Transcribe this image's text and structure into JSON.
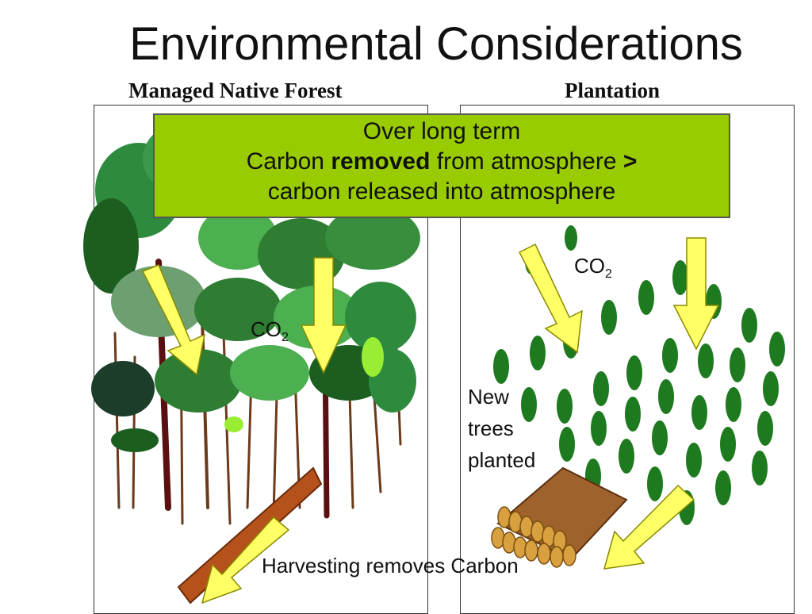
{
  "slide": {
    "title": "Environmental Considerations"
  },
  "panels": {
    "left_title": "Managed Native Forest",
    "right_title": "Plantation"
  },
  "callout": {
    "line1": "Over long term",
    "line2_pre": "Carbon",
    "line2_bold": "removed",
    "line2_post": "from atmosphere",
    "line2_symbol": ">",
    "line3": "carbon released into atmosphere"
  },
  "labels": {
    "co2_main": "CO",
    "co2_sub": "2",
    "new_trees_line1": "New",
    "new_trees_line2": "trees",
    "new_trees_line3": "planted",
    "harvesting": "Harvesting removes Carbon"
  },
  "colors": {
    "callout_bg": "#99cc00",
    "arrow_fill": "#ffff66",
    "arrow_stroke": "#a0a000",
    "plantation_tree": "#1e7a1e",
    "log": "#a0622d"
  }
}
